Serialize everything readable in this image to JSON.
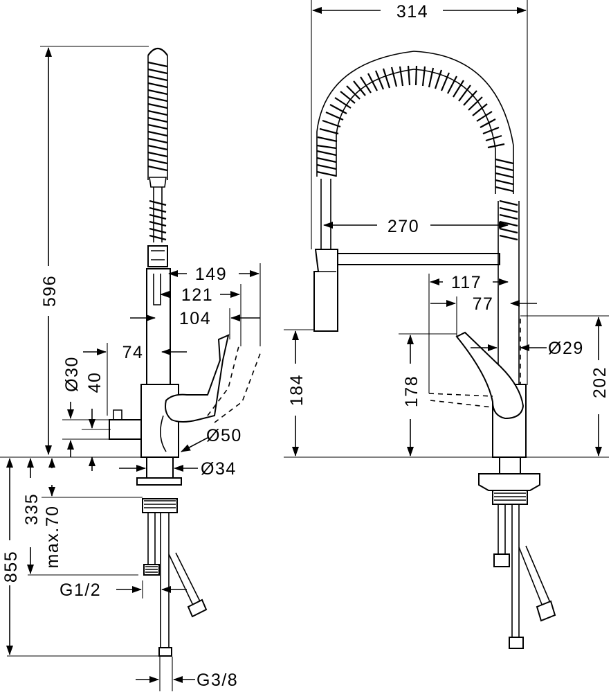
{
  "side_view": {
    "total_height": "596",
    "reach_outer": "149",
    "reach_mid": "121",
    "reach_inner": "104",
    "spout_offset": "74",
    "handle_diameter": "Ø30",
    "handle_height": "40",
    "body_diameter": "Ø50",
    "base_diameter": "Ø34",
    "thickness": "max.70",
    "hose_length": "335",
    "total_below": "855",
    "connection_upper": "G1/2",
    "connection_lower": "G3/8"
  },
  "front_view": {
    "total_width": "314",
    "spray_reach": "270",
    "lever_reach_outer": "117",
    "lever_reach_inner": "77",
    "spout_diameter": "Ø29",
    "spout_height": "184",
    "lever_height": "178",
    "total_height_right": "202"
  }
}
